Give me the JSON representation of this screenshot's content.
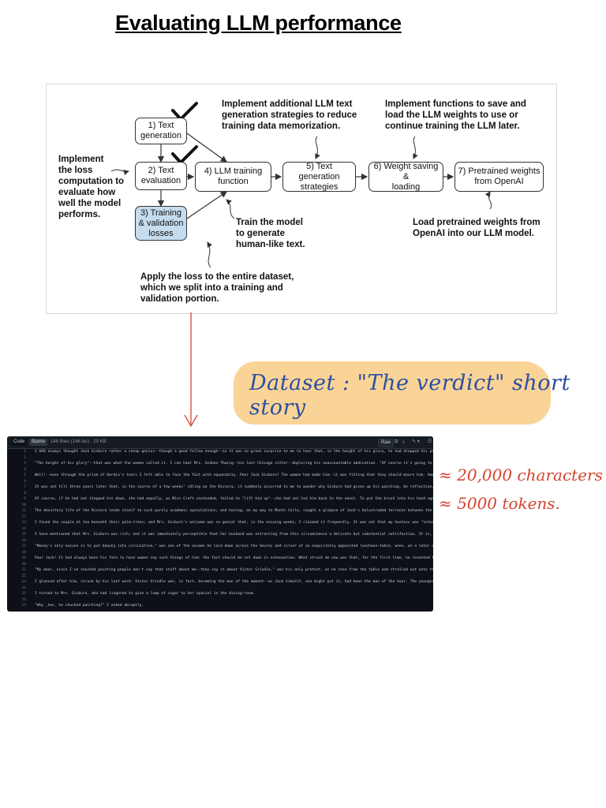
{
  "title": "Evaluating LLM performance",
  "diagram": {
    "boxes": {
      "b1": "1) Text\ngeneration",
      "b2": "2) Text\nevaluation",
      "b3": "3) Training\n& validation\nlosses",
      "b4": "4) LLM training\nfunction",
      "b5": "5) Text generation\nstrategies",
      "b6": "6) Weight saving &\nloading",
      "b7": "7) Pretrained weights\nfrom OpenAI"
    },
    "annotations": {
      "a_left": "Implement\nthe loss\ncomputation to\nevaluate how\nwell the model\nperforms.",
      "a_top_mid": "Implement additional LLM text\ngeneration strategies to reduce\ntraining data memorization.",
      "a_top_right": "Implement functions to save and\nload the LLM weights to use or\ncontinue training the LLM later.",
      "a_train": "Train the model\nto generate\nhuman-like text.",
      "a_openai": "Load pretrained weights from\nOpenAI into our LLM model.",
      "a_loss": "Apply the loss to the entire dataset,\nwhich we split into a training and\nvalidation portion."
    }
  },
  "handwritten": {
    "dataset": "Dataset : \"The verdict\" short story",
    "chars": "≈ 20,000 characters",
    "tokens": "≈ 5000 tokens."
  },
  "code_view": {
    "tabs": {
      "code": "Code",
      "blame": "Blame"
    },
    "meta": "146 lines (146 loc) · 20 KB",
    "raw": "Raw",
    "lines": [
      {
        "n": "1",
        "t": "I HAD always thought Jack Gisburn rather a cheap genius--though a good fellow enough--so it was no great surprise to me to hear that, in the height of his glory, he had dropped his painting"
      },
      {
        "n": "2",
        "t": ""
      },
      {
        "n": "3",
        "t": "\"The height of his glory\"--that was what the women called it. I can hear Mrs. Gideon Thwing--his last Chicago sitter--deploring his unaccountable abdication. \"Of course it's going to se"
      },
      {
        "n": "4",
        "t": ""
      },
      {
        "n": "5",
        "t": "Well!--even through the prism of Hermia's tears I felt able to face the fact with equanimity. Poor Jack Gisburn! The women had made him--it was fitting that they should mourn him. Among"
      },
      {
        "n": "6",
        "t": ""
      },
      {
        "n": "7",
        "t": "It was not till three years later that, in the course of a few weeks' idling on the Riviera, it suddenly occurred to me to wonder why Gisburn had given up his painting. On reflection, i"
      },
      {
        "n": "8",
        "t": ""
      },
      {
        "n": "9",
        "t": "Of course, if he had not stopped his down, she had equally, as Miss Croft contended, failed to \"lift him up\"--she had not led him back to the easel. To put the brush into his hand agai"
      },
      {
        "n": "10",
        "t": ""
      },
      {
        "n": "11",
        "t": "The desultory life of the Riviera lends itself to such purely academic speculations; and having, on my way to Monte Carlo, caught a glimpse of Jack's balustraded terraces between the pi"
      },
      {
        "n": "12",
        "t": ""
      },
      {
        "n": "13",
        "t": "I found the couple at tea beneath their palm-trees; and Mrs. Gisburn's welcome was so genial that, in the ensuing weeks, I claimed it frequently. It was not that my hostess was \"interes"
      },
      {
        "n": "14",
        "t": ""
      },
      {
        "n": "15",
        "t": "I have mentioned that Mrs. Gisburn was rich; and it was immediately perceptible that her husband was extracting from this circumstance a delicate but substantial satisfaction. It is, as"
      },
      {
        "n": "16",
        "t": ""
      },
      {
        "n": "17",
        "t": "\"Money's only excuse is to put beauty into circulation,\" was one of the axioms he laid down across the Sevres and silver of an exquisitely appointed luncheon-table, when, on a later day"
      },
      {
        "n": "18",
        "t": ""
      },
      {
        "n": "19",
        "t": "Poor Jack! It had always been his fate to have women say such things of him: the fact should be set down in extenuation. What struck me now was that, for the first time, he resented the"
      },
      {
        "n": "20",
        "t": ""
      },
      {
        "n": "21",
        "t": "\"My dear, since I've chucked painting people don't say that stuff about me--they say it about Victor Grindle,\" was his only protest, as he rose from the table and strolled out onto the"
      },
      {
        "n": "22",
        "t": ""
      },
      {
        "n": "23",
        "t": "I glanced after him, struck by his last word. Victor Grindle was, in fact, becoming the man of the moment--as Jack himself, one might put it, had been the man of the hour. The younger a"
      },
      {
        "n": "24",
        "t": ""
      },
      {
        "n": "25",
        "t": "I turned to Mrs. Gisburn, who had lingered to give a lump of sugar to her spaniel in the dining-room."
      },
      {
        "n": "26",
        "t": ""
      },
      {
        "n": "27",
        "t": "\"Why _has_ he chucked painting?\" I asked abruptly."
      }
    ]
  }
}
